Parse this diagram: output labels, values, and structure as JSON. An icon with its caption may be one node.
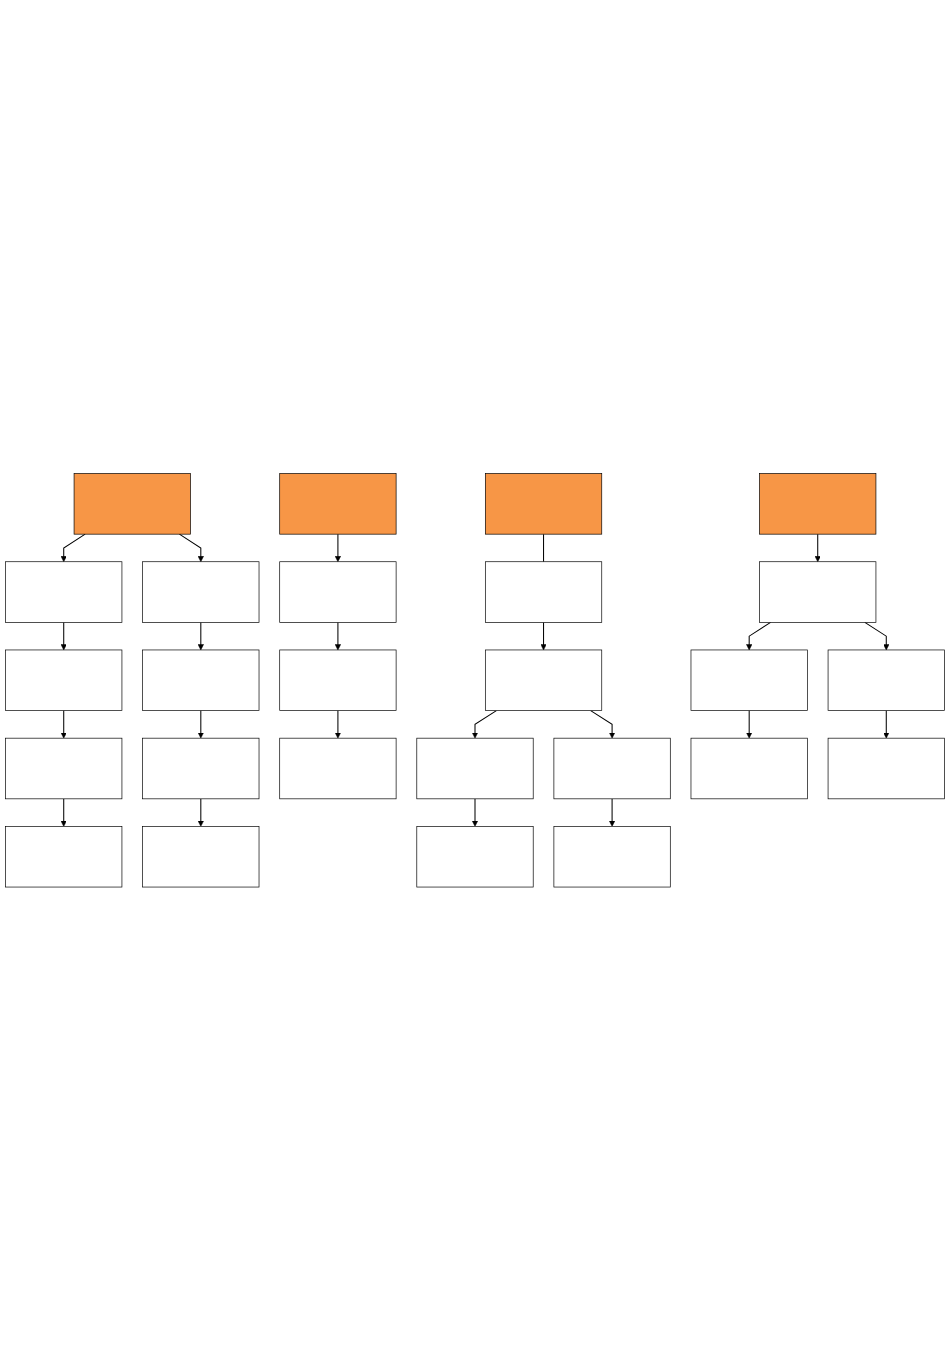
{
  "diagram": {
    "nodes": [
      {
        "text": [],
        "shape": "box"
      },
      {
        "text": [],
        "shape": "box"
      },
      {
        "text": [],
        "shape": "box"
      },
      {
        "text": [],
        "shape": "box"
      },
      {
        "text": [],
        "shape": "box"
      },
      {
        "text": [],
        "shape": "box"
      },
      {
        "text": [],
        "shape": "box"
      },
      {
        "text": [],
        "shape": "box"
      },
      {
        "text": [],
        "shape": "box"
      },
      {
        "text": [],
        "shape": "box"
      },
      {
        "text": [],
        "shape": "box"
      },
      {
        "text": [],
        "shape": "box"
      },
      {
        "text": [],
        "shape": "box"
      },
      {
        "text": [],
        "shape": "box"
      },
      {
        "text": [],
        "shape": "box"
      },
      {
        "text": [],
        "shape": "box"
      },
      {
        "text": [],
        "shape": "box"
      },
      {
        "text": [],
        "shape": "box"
      },
      {
        "text": [],
        "shape": "box"
      },
      {
        "text": [],
        "shape": "box"
      },
      {
        "text": [],
        "shape": "box"
      },
      {
        "text": [],
        "shape": "box"
      },
      {
        "text": [],
        "shape": "box"
      },
      {
        "text": [],
        "shape": "box"
      },
      {
        "text": [],
        "shape": "box"
      },
      {
        "text": [],
        "shape": "box"
      }
    ],
    "edges": [
      {
        "from": 0,
        "to": 1,
        "arrow": "to"
      },
      {
        "from": 0,
        "to": 2,
        "arrow": "to"
      },
      {
        "from": 1,
        "to": 3,
        "arrow": "to"
      },
      {
        "from": 3,
        "to": 5,
        "arrow": "to"
      },
      {
        "from": 5,
        "to": 7,
        "arrow": "to"
      },
      {
        "from": 2,
        "to": 4,
        "arrow": "to"
      },
      {
        "from": 4,
        "to": 6,
        "arrow": "to"
      },
      {
        "from": 6,
        "to": 8,
        "arrow": "to"
      },
      {
        "from": 9,
        "to": 10,
        "arrow": "to"
      },
      {
        "from": 10,
        "to": 11,
        "arrow": "to"
      },
      {
        "from": 11,
        "to": 12,
        "arrow": "to"
      },
      {
        "from": 13,
        "to": 14,
        "arrow": "none"
      },
      {
        "from": 14,
        "to": 15,
        "arrow": "to"
      },
      {
        "from": 15,
        "to": 16,
        "arrow": "to"
      },
      {
        "from": 15,
        "to": 17,
        "arrow": "to"
      },
      {
        "from": 16,
        "to": 18,
        "arrow": "to"
      },
      {
        "from": 17,
        "to": 19,
        "arrow": "to"
      },
      {
        "from": 20,
        "to": 21,
        "arrow": "to"
      },
      {
        "from": 21,
        "to": 22,
        "arrow": "to"
      },
      {
        "from": 21,
        "to": 23,
        "arrow": "to"
      },
      {
        "from": 22,
        "to": 24,
        "arrow": "to"
      },
      {
        "from": 23,
        "to": 25,
        "arrow": "to"
      }
    ]
  }
}
